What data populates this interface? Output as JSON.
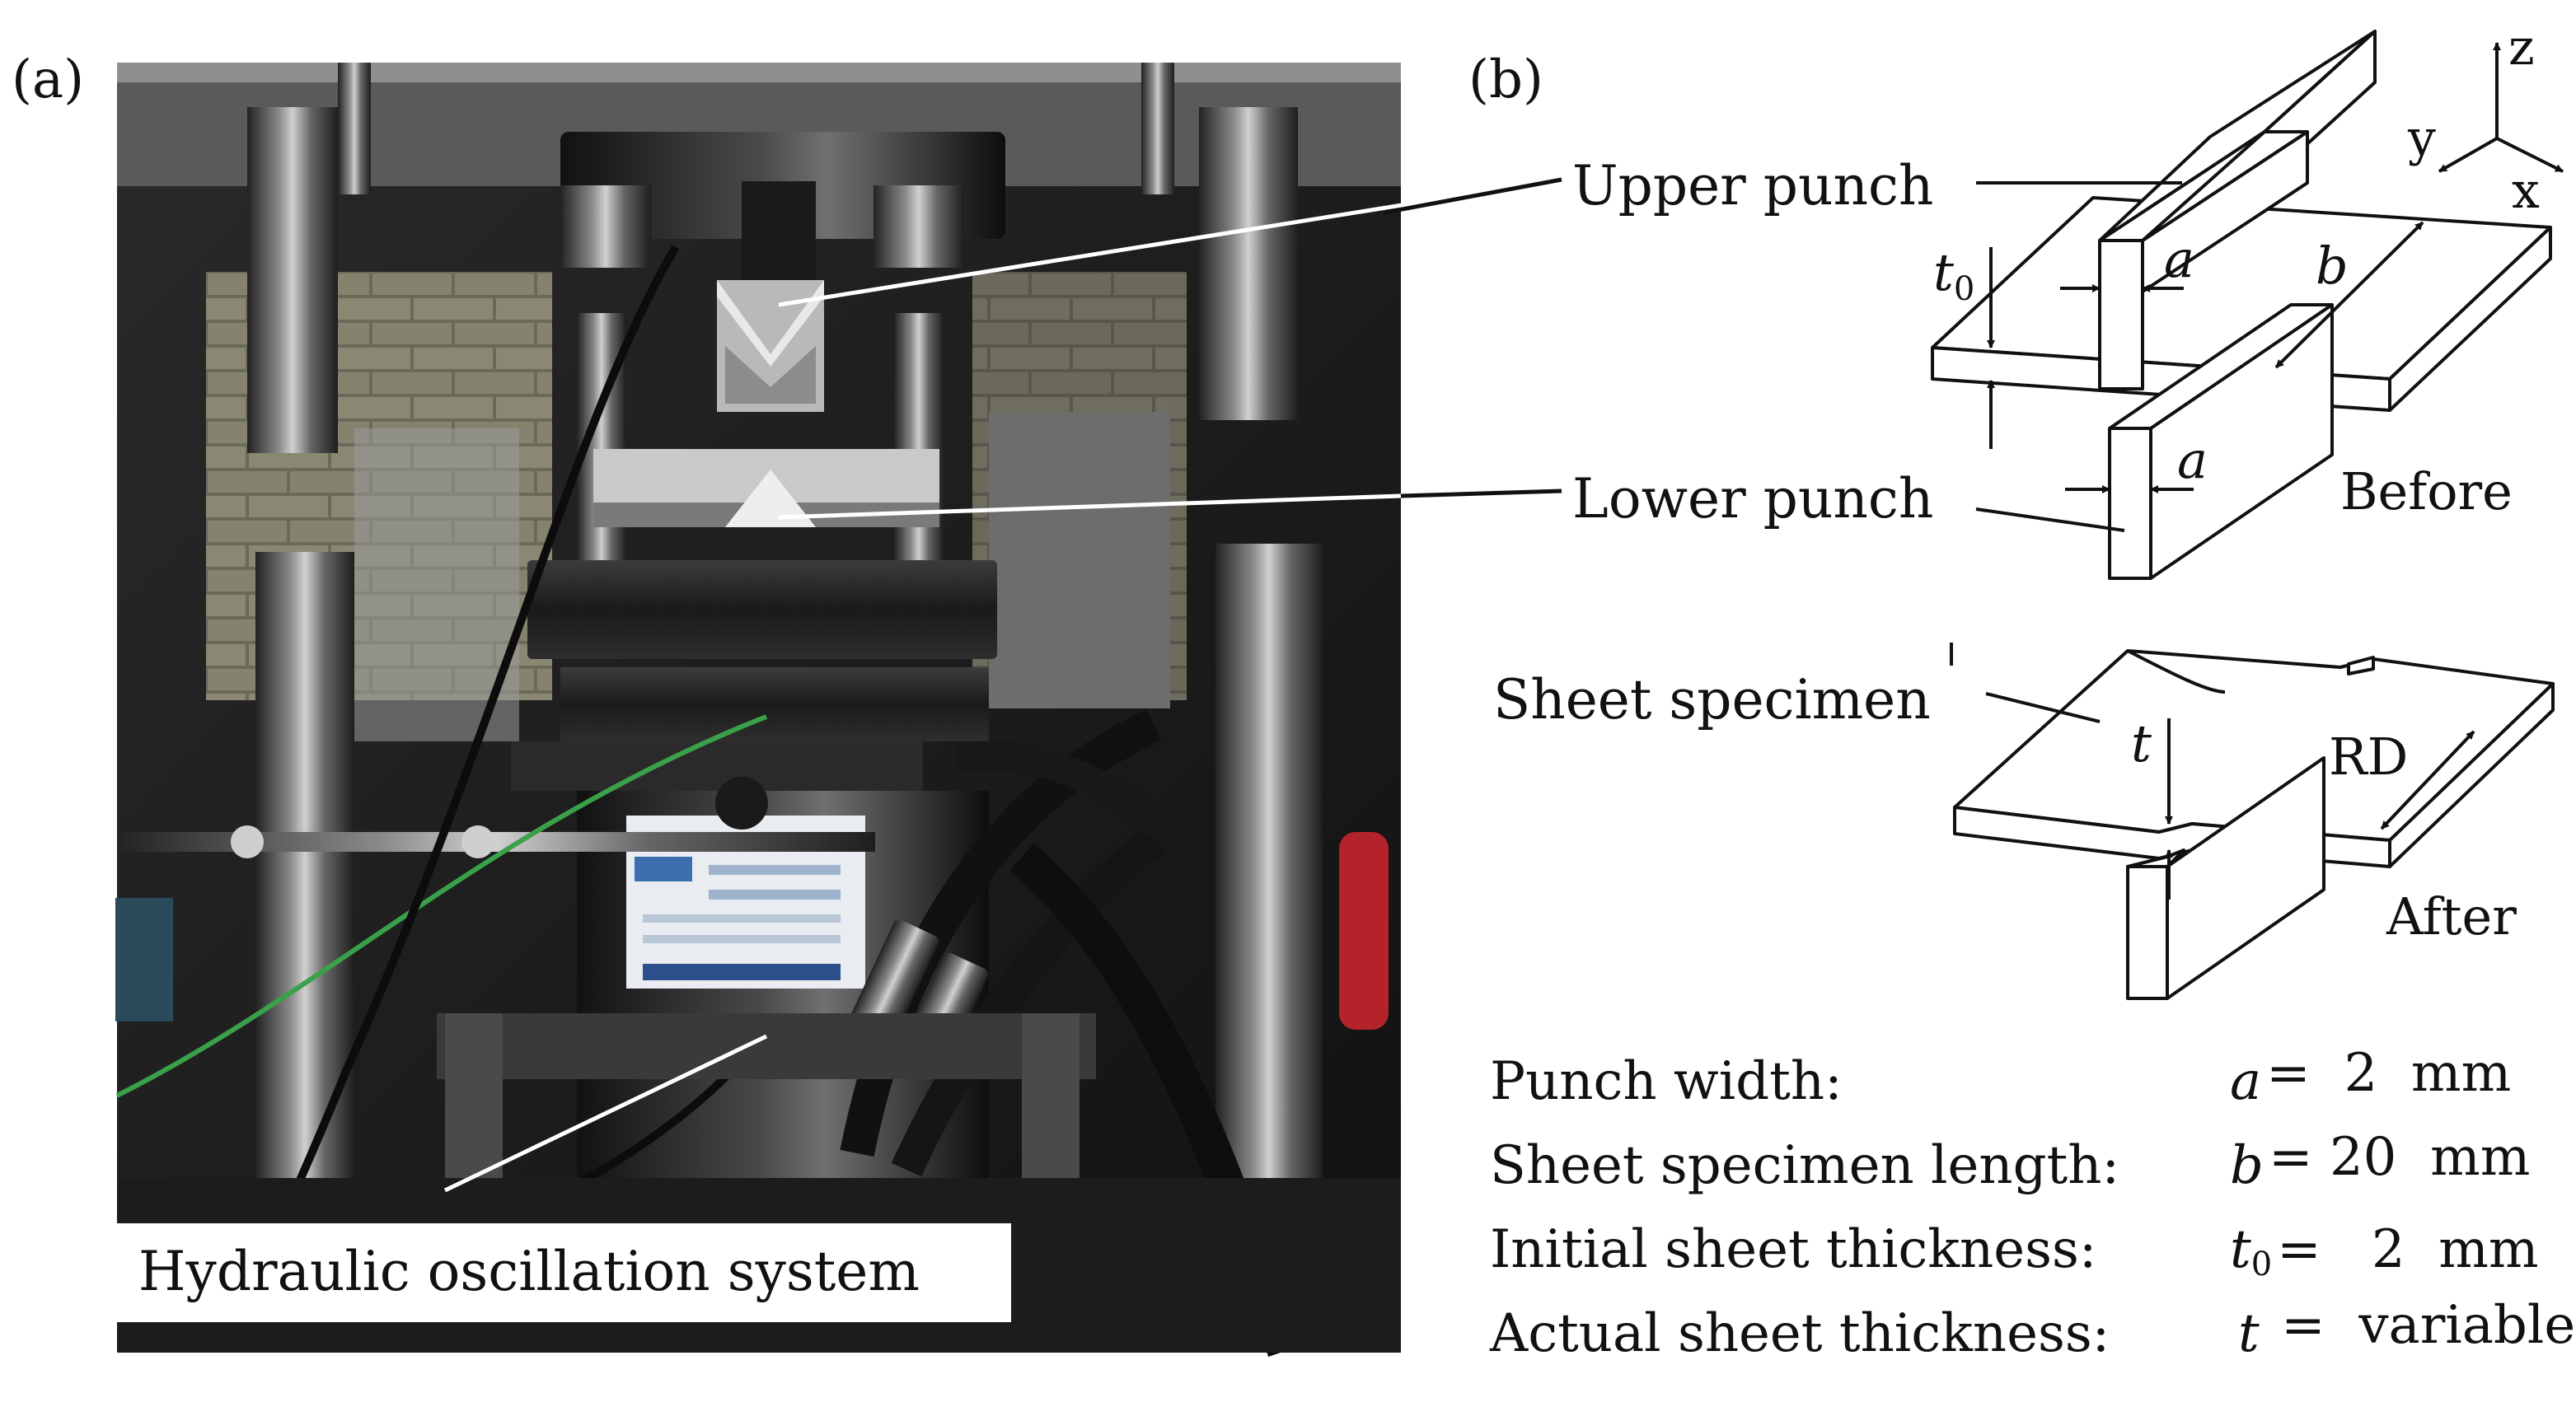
{
  "panel_a": {
    "label": "(a)",
    "caption": "Hydraulic oscillation system",
    "photo_alt": "Photograph of test rig with upper and lower punch"
  },
  "panel_b": {
    "label": "(b)",
    "callouts": {
      "upper_punch": "Upper punch",
      "lower_punch": "Lower punch",
      "sheet_specimen": "Sheet specimen"
    },
    "states": {
      "before": "Before",
      "after": "After"
    },
    "axes": {
      "z": "z",
      "y": "y",
      "x": "x"
    },
    "dims": {
      "t0": "t",
      "t0_sub": "0",
      "a": "a",
      "b": "b",
      "t": "t",
      "rd": "RD"
    }
  },
  "params": [
    {
      "name": "Punch width:",
      "sym": "a",
      "sub": "",
      "eq": "=  2  mm"
    },
    {
      "name": "Sheet specimen length:",
      "sym": "b",
      "sub": "",
      "eq": "= 20  mm"
    },
    {
      "name": "Initial sheet thickness:",
      "sym": "t",
      "sub": "0",
      "eq": "=   2  mm"
    },
    {
      "name": "Actual sheet thickness:",
      "sym": "t",
      "sub": "",
      "eq": " =  variable"
    }
  ]
}
